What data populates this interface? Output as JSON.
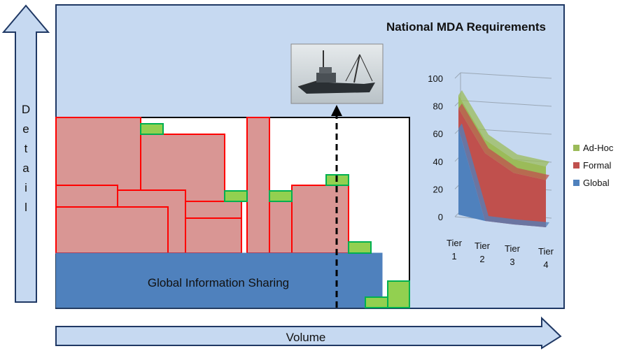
{
  "diagram": {
    "title": "National MDA Requirements",
    "base_label": "Global Information Sharing",
    "detail_axis": [
      "D",
      "e",
      "t",
      "a",
      "i",
      "l"
    ],
    "volume_axis": "Volume",
    "photo": "cargo-ship-photo"
  },
  "chart_data": {
    "type": "area",
    "categories": [
      "Tier 1",
      "Tier 2",
      "Tier 3",
      "Tier 4"
    ],
    "category_lines": [
      [
        "Tier",
        "1"
      ],
      [
        "Tier",
        "2"
      ],
      [
        "Tier",
        "3"
      ],
      [
        "Tier",
        "4"
      ]
    ],
    "series": [
      {
        "name": "Global",
        "values": [
          65,
          0,
          0,
          0
        ]
      },
      {
        "name": "Formal",
        "values": [
          15,
          50,
          38,
          35
        ]
      },
      {
        "name": "Ad-Hoc",
        "values": [
          10,
          10,
          10,
          10
        ]
      }
    ],
    "stacked": true,
    "ylim": [
      0,
      100
    ],
    "yticks": [
      0,
      20,
      40,
      60,
      80,
      100
    ],
    "grid": true,
    "legend": "right",
    "colors": {
      "Global": "#4f81bd",
      "Formal": "#c0504d",
      "Ad-Hoc": "#9bbb59"
    }
  },
  "colors": {
    "panel_fill": "#c6d9f1",
    "panel_border": "#1f3864",
    "base_fill": "#4f81bd",
    "formal_fill": "#d99694",
    "formal_border": "#ff0000",
    "adhoc_fill": "#92d050",
    "adhoc_border": "#00b050"
  }
}
